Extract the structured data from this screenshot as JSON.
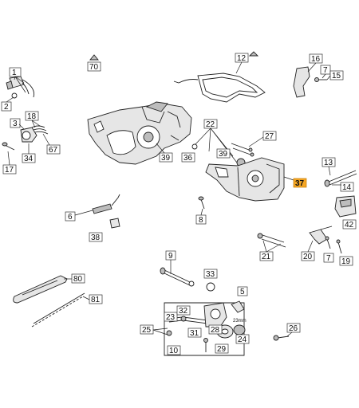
{
  "labels": {
    "l1": "1",
    "l2": "2",
    "l3": "3",
    "l5": "5",
    "l6": "6",
    "l7": "7",
    "l7b": "7",
    "l8": "8",
    "l9": "9",
    "l10": "10",
    "l12": "12",
    "l13": "13",
    "l14": "14",
    "l15": "15",
    "l16": "16",
    "l17": "17",
    "l18": "18",
    "l19": "19",
    "l20": "20",
    "l21": "21",
    "l22": "22",
    "l23": "23",
    "l24": "24",
    "l25": "25",
    "l26": "26",
    "l27": "27",
    "l28": "28",
    "l29": "29",
    "l31": "31",
    "l32": "32",
    "l33": "33",
    "l34": "34",
    "l36": "36",
    "l37": "37",
    "l38": "38",
    "l39": "39",
    "l39b": "39",
    "l42": "42",
    "l67": "67",
    "l70": "70",
    "l80": "80",
    "l81": "81"
  },
  "annotations": {
    "size": "23mm"
  },
  "highlight": {
    "label": "37",
    "color": "#f5a623"
  }
}
